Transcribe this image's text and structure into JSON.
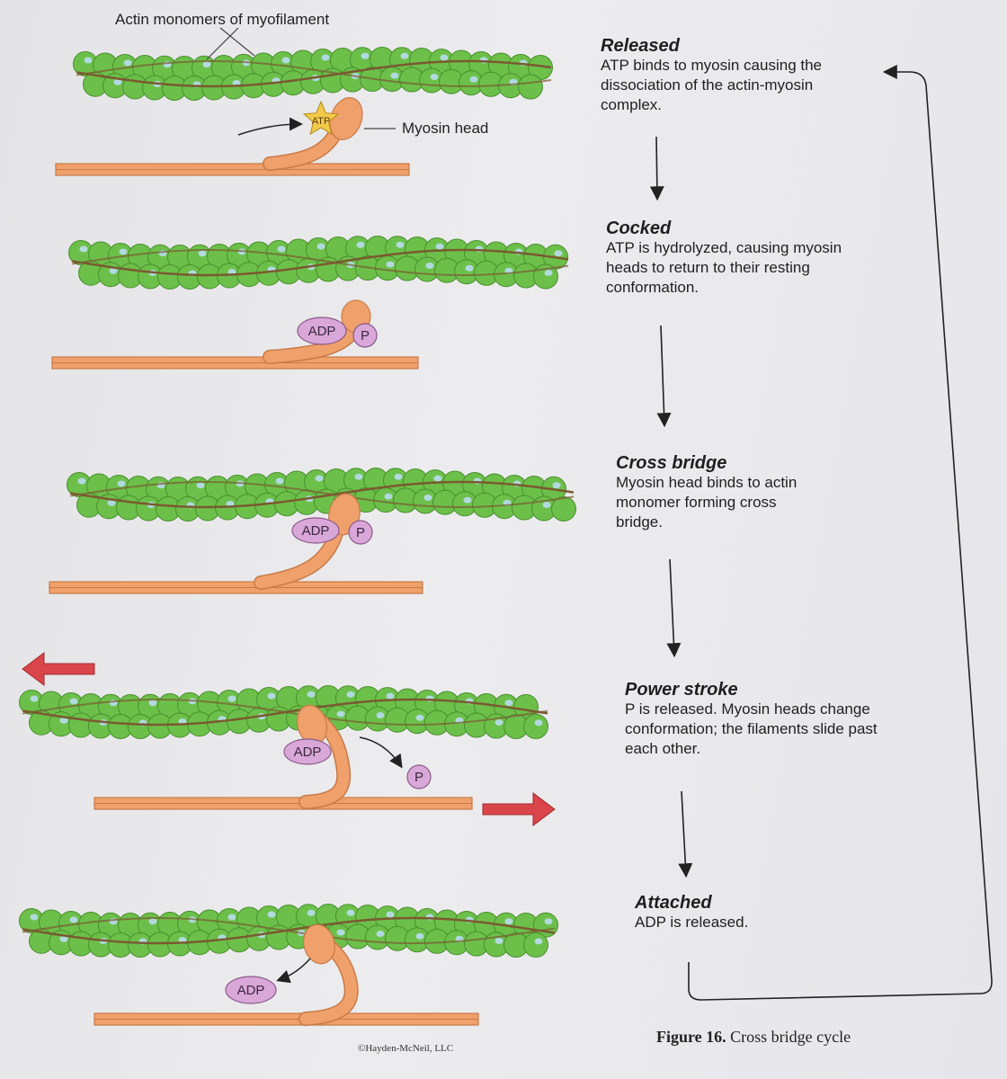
{
  "labels": {
    "actin": "Actin monomers of myofilament",
    "myosin_head": "Myosin head",
    "atp": "ATP",
    "adp": "ADP",
    "p": "P"
  },
  "steps": [
    {
      "title": "Released",
      "desc": "ATP binds to myosin causing the dissociation of the actin-myosin complex."
    },
    {
      "title": "Cocked",
      "desc": "ATP is hydrolyzed, causing myosin heads to return to their resting conformation."
    },
    {
      "title": "Cross bridge",
      "desc": "Myosin head binds to actin monomer forming cross bridge."
    },
    {
      "title": "Power stroke",
      "desc": "P is released. Myosin heads change conformation; the filaments slide past each other."
    },
    {
      "title": "Attached",
      "desc": "ADP is released."
    }
  ],
  "caption": {
    "label": "Figure 16.",
    "text": " Cross bridge cycle"
  },
  "credit": "©Hayden-McNeil, LLC",
  "colors": {
    "actin": "#6cc04a",
    "actin_dark": "#4a8f2e",
    "monomer_spot": "#b9dcf0",
    "myosin": "#f0a06a",
    "myosin_dark": "#c87a48",
    "phosphate": "#d9a8d8",
    "arrow_red": "#d9454a"
  }
}
